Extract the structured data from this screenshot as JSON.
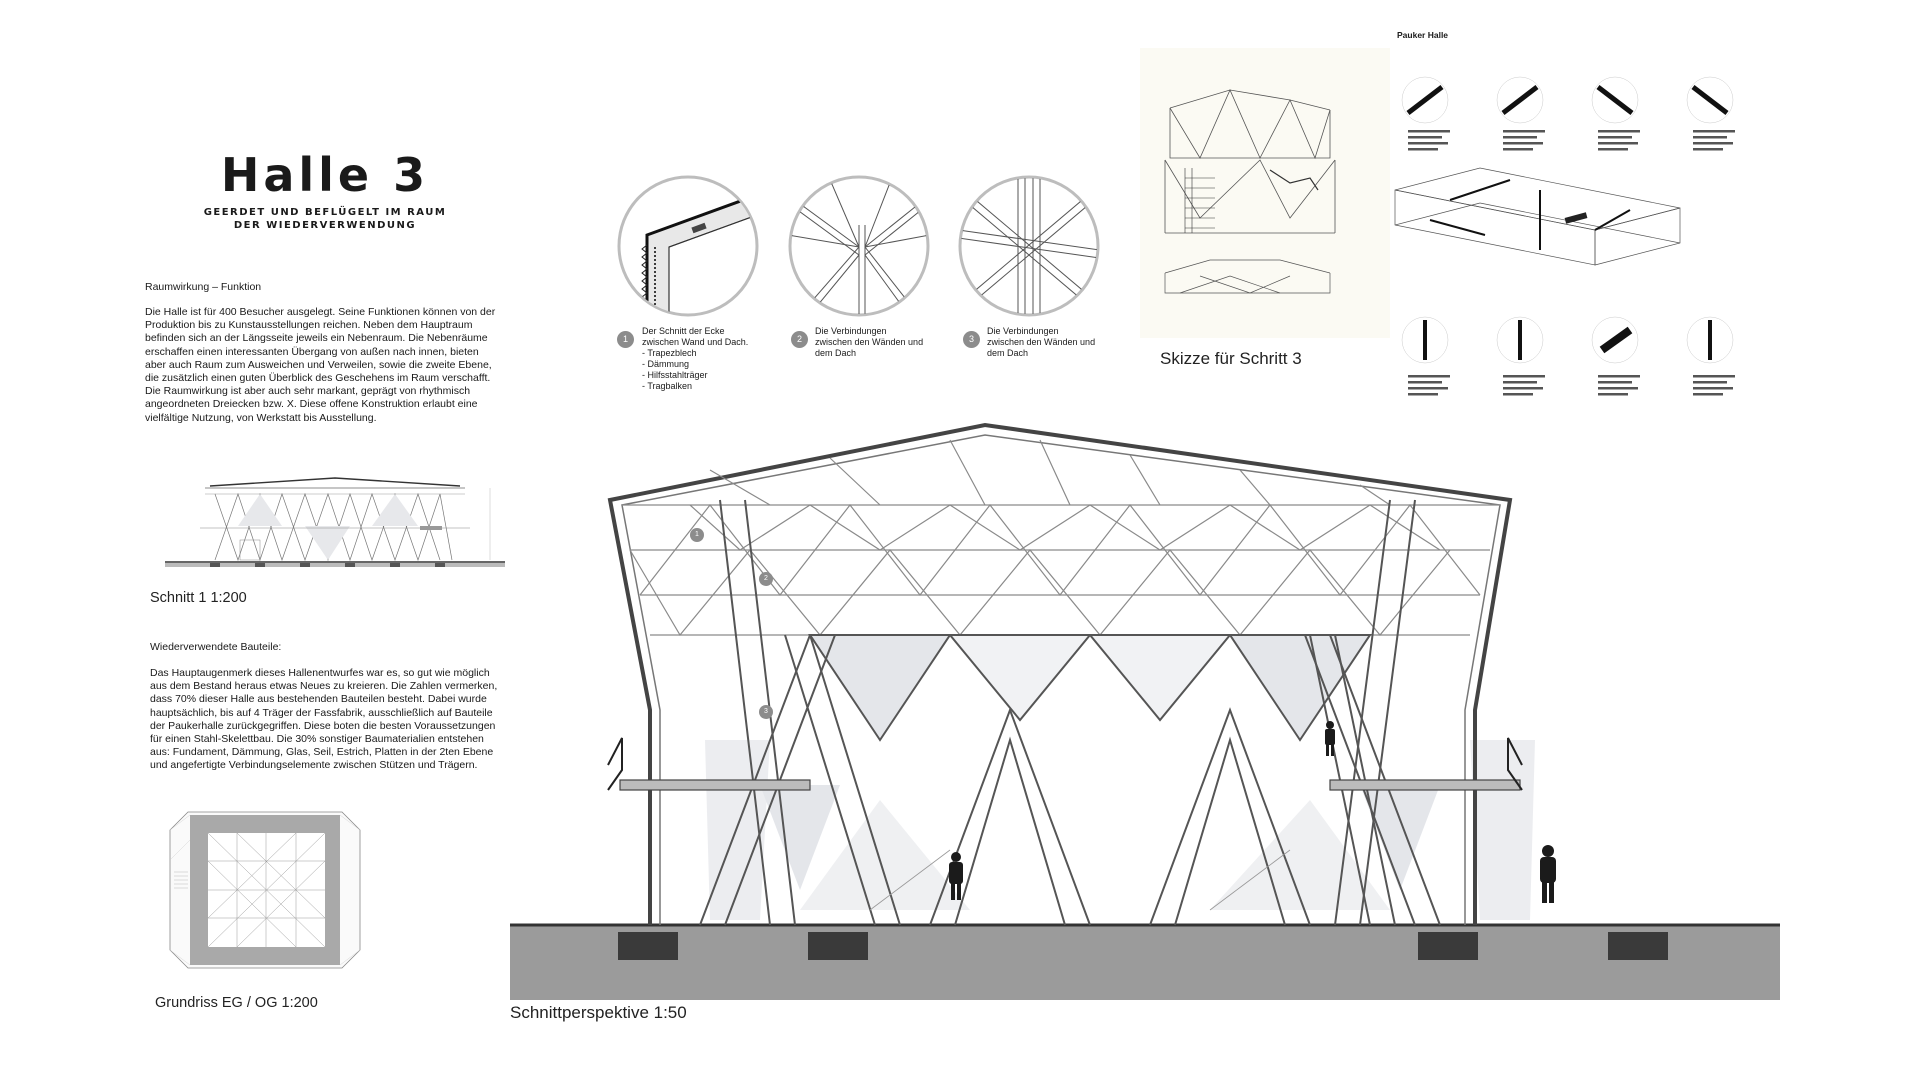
{
  "header": {
    "title": "Halle 3",
    "subtitle": "GEERDET UND BEFLÜGELT IM RAUM\nDER WIEDERVERWENDUNG"
  },
  "section1": {
    "heading": "Raumwirkung – Funktion",
    "text": "Die Halle ist für 400 Besucher ausgelegt. Seine Funktionen können von der Produktion bis zu Kunstausstellungen reichen. Neben dem Hauptraum befinden sich an der Längsseite jeweils ein Nebenraum. Die Nebenräume erschaffen einen interessanten Übergang von außen nach innen, bieten aber auch Raum zum Ausweichen und Verweilen, sowie die zweite Ebene, die zusätzlich einen guten Überblick des Geschehens im Raum verschafft. Die Raumwirkung ist aber auch sehr markant, geprägt von rhythmisch angeordneten Dreiecken bzw. X.  Diese offene Konstruktion erlaubt eine vielfältige Nutzung, von Werkstatt bis Ausstellung."
  },
  "section2": {
    "heading": "Wiederverwendete Bauteile:",
    "text": "Das Hauptaugenmerk dieses Hallenentwurfes war es, so gut wie möglich aus dem Bestand heraus etwas Neues zu kreieren. Die Zahlen vermerken, dass 70% dieser Halle aus bestehenden Bauteilen besteht. Dabei wurde hauptsächlich, bis auf 4 Träger der Fassfabrik, ausschließlich auf Bauteile der Paukerhalle zurückgegriffen. Diese boten die besten Voraussetzungen für einen Stahl-Skelettbau. Die 30% sonstiger Baumaterialien entstehen aus: Fundament, Dämmung, Glas, Seil, Estrich, Platten in der 2ten Ebene und angefertigte Verbindungselemente zwischen Stützen und Trägern."
  },
  "captions": {
    "section1": "Schnitt 1 1:200",
    "floorplan": "Grundriss EG / OG 1:200",
    "perspective": "Schnittperspektive 1:50",
    "sketch": "Skizze für Schritt 3"
  },
  "details": [
    {
      "num": "1",
      "label": "Der Schnitt der Ecke\nzwischen Wand und Dach.\n- Trapezblech\n- Dämmung\n- Hilfsstahlträger\n- Tragbalken"
    },
    {
      "num": "2",
      "label": "Die Verbindungen\nzwischen den Wänden und\ndem Dach"
    },
    {
      "num": "3",
      "label": "Die Verbindungen\nzwischen den Wänden und\ndem Dach"
    }
  ],
  "markers": [
    "1",
    "2",
    "3"
  ],
  "pauker": {
    "title": "Pauker Halle"
  },
  "colors": {
    "ground": "#9b9b9b",
    "foundation": "#3a3a3a",
    "glass": "#e4e6ea",
    "structure": "#555555",
    "marker": "#8c8c8c"
  }
}
